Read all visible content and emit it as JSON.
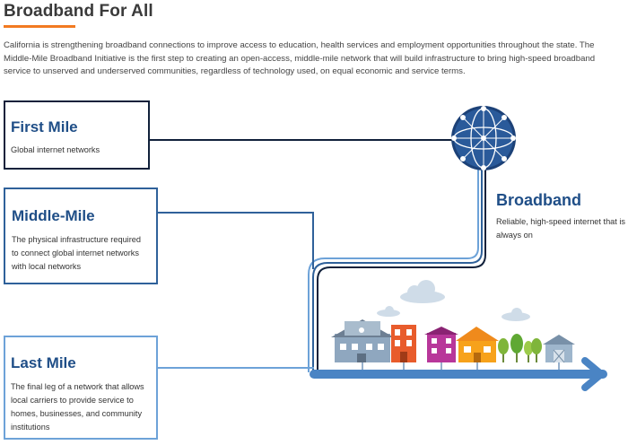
{
  "page": {
    "title": "Broadband For All",
    "intro": "California is strengthening broadband connections to improve access to education, health services and employment opportunities throughout the state. The Middle-Mile Broadband Initiative is the first step to creating an open-access, middle-mile network that will build infrastructure to bring high-speed broadband service to unserved and underserved communities, regardless of technology used, on equal economic and service terms."
  },
  "cards": {
    "first_mile": {
      "title": "First Mile",
      "description": "Global internet networks"
    },
    "middle_mile": {
      "title": "Middle-Mile",
      "description": "The physical infrastructure required to connect global internet networks with local networks"
    },
    "last_mile": {
      "title": "Last Mile",
      "description": "The final leg of a network that allows local carriers to provide service to homes, businesses, and community institutions"
    }
  },
  "broadband": {
    "title": "Broadband",
    "description": "Reliable, high-speed internet that is always on"
  },
  "colors": {
    "accent_orange": "#f27a21",
    "heading_blue": "#1f4e87",
    "first_mile_line": "#11213b",
    "middle_mile_line": "#2f619a",
    "last_mile_line": "#6da2d8"
  },
  "icons": [
    "globe-icon",
    "cloud-icon",
    "house-icon",
    "tree-icon",
    "barn-icon",
    "arrow-icon"
  ]
}
